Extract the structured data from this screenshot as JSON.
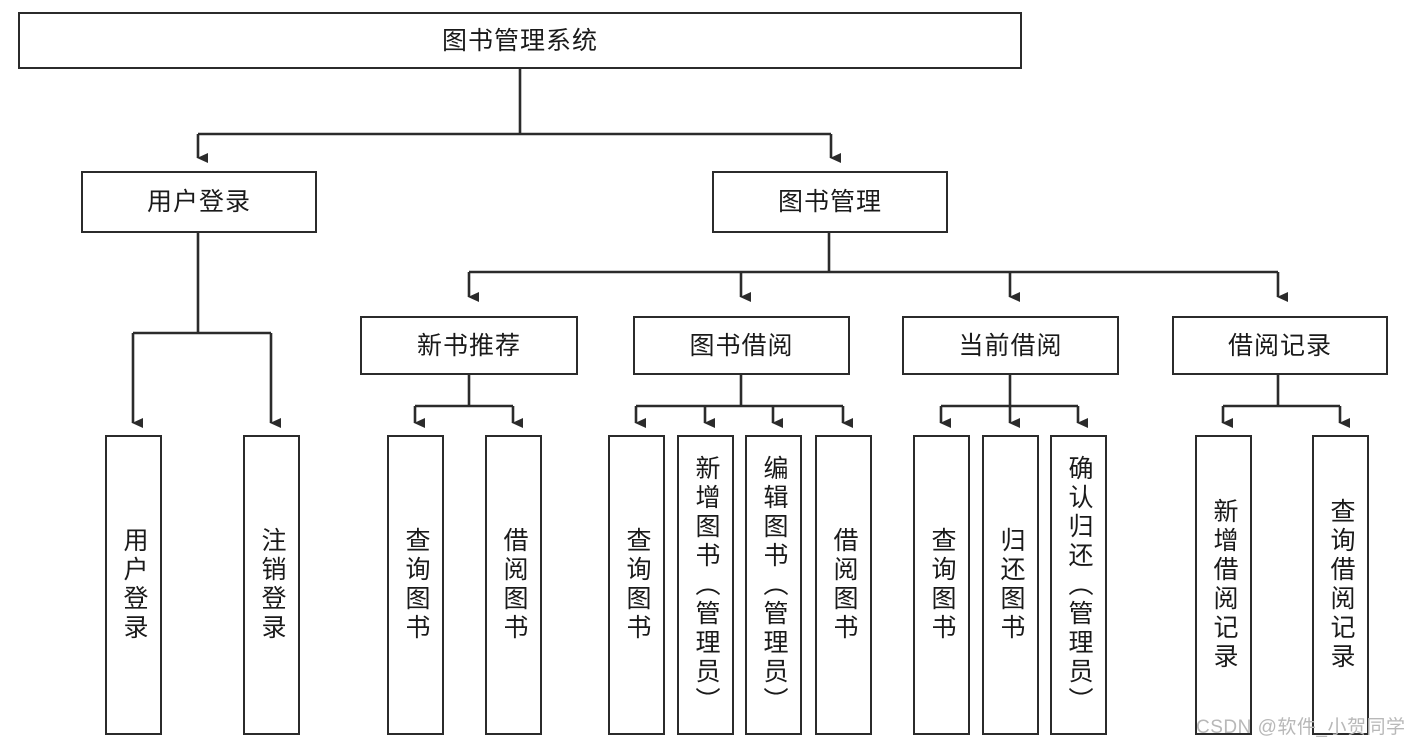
{
  "diagram": {
    "title": "图书管理系统",
    "type": "hierarchy-tree",
    "line_color": "#2b2b2b",
    "box_fill": "#ffffff",
    "text_color": "#1a1a1a"
  },
  "root": {
    "label": "图书管理系统"
  },
  "level2": [
    {
      "label": "用户登录"
    },
    {
      "label": "图书管理"
    }
  ],
  "level3": [
    {
      "label": "新书推荐"
    },
    {
      "label": "图书借阅"
    },
    {
      "label": "当前借阅"
    },
    {
      "label": "借阅记录"
    }
  ],
  "leaves": {
    "user_login": [
      {
        "label": "用户登录"
      },
      {
        "label": "注销登录"
      }
    ],
    "new_book": [
      {
        "label": "查询图书"
      },
      {
        "label": "借阅图书"
      }
    ],
    "book_borrow": [
      {
        "label": "查询图书"
      },
      {
        "label": "新增图书（管理员）"
      },
      {
        "label": "编辑图书（管理员）"
      },
      {
        "label": "借阅图书"
      }
    ],
    "current_borrow": [
      {
        "label": "查询图书"
      },
      {
        "label": "归还图书"
      },
      {
        "label": "确认归还（管理员）"
      }
    ],
    "borrow_record": [
      {
        "label": "新增借阅记录"
      },
      {
        "label": "查询借阅记录"
      }
    ]
  },
  "watermark": {
    "text": "CSDN @软件_小贺同学"
  }
}
